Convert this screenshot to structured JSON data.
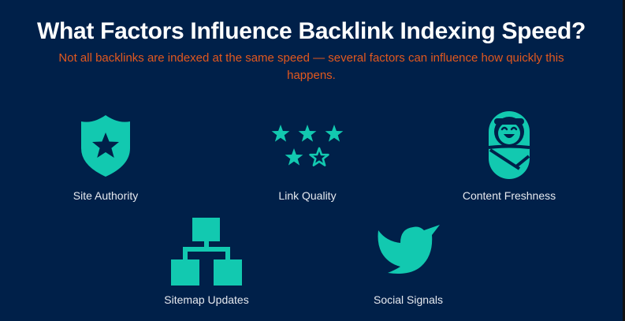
{
  "header": {
    "title": "What Factors Influence Backlink Indexing Speed?",
    "subtitle": "Not all backlinks are indexed at the same speed — several factors can influence how quickly this happens."
  },
  "theme": {
    "background": "#002049",
    "title_color": "#FFFFFF",
    "subtitle_color": "#E2581E",
    "icon_color": "#12C9B0",
    "label_color": "#E6E9EF"
  },
  "factors": [
    {
      "label": "Site Authority",
      "icon": "shield-star-icon"
    },
    {
      "label": "Link Quality",
      "icon": "star-rating-icon",
      "rating": "4 of 5 stars"
    },
    {
      "label": "Content Freshness",
      "icon": "swaddled-baby-icon"
    },
    {
      "label": "Sitemap Updates",
      "icon": "sitemap-hierarchy-icon"
    },
    {
      "label": "Social Signals",
      "icon": "twitter-bird-icon"
    }
  ]
}
